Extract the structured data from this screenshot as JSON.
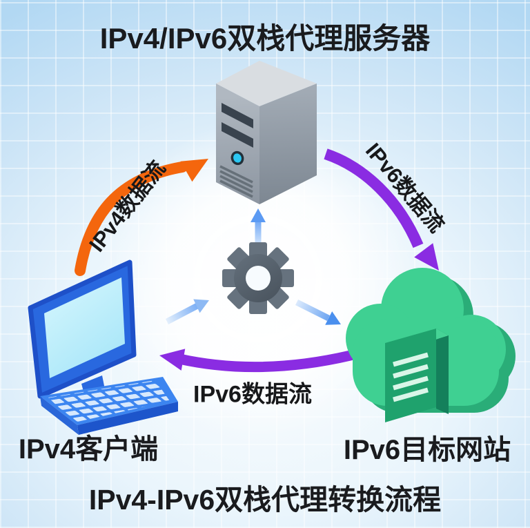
{
  "diagram": {
    "footer_title": "IPv4-IPv6双栈代理转换流程"
  },
  "nodes": {
    "proxy_server": {
      "label": "IPv4/IPv6双栈代理服务器",
      "icon": "server-tower-icon"
    },
    "client": {
      "label": "IPv4客户端",
      "icon": "laptop-icon"
    },
    "target_site": {
      "label": "IPv6目标网站",
      "icon": "cloud-icon"
    },
    "converter": {
      "icon": "gear-icon"
    }
  },
  "flows": {
    "client_to_proxy": {
      "label": "IPv4数据流",
      "color": "#f4660d"
    },
    "proxy_to_target": {
      "label": "IPv6数据流",
      "color": "#8a2ce2"
    },
    "target_to_client": {
      "label": "IPv6数据流",
      "color": "#8a2ce2"
    }
  },
  "colors": {
    "background_blue": "#b2d8f3",
    "ipv4_flow_orange": "#f4660d",
    "ipv6_flow_purple": "#8a2ce2",
    "sync_arrow_blue": "#4a8fee",
    "cloud_green": "#3fd092",
    "laptop_blue": "#2968df",
    "server_gray": "#9aa3ad",
    "gear_gray": "#56626e",
    "text": "#1a1b1e"
  }
}
